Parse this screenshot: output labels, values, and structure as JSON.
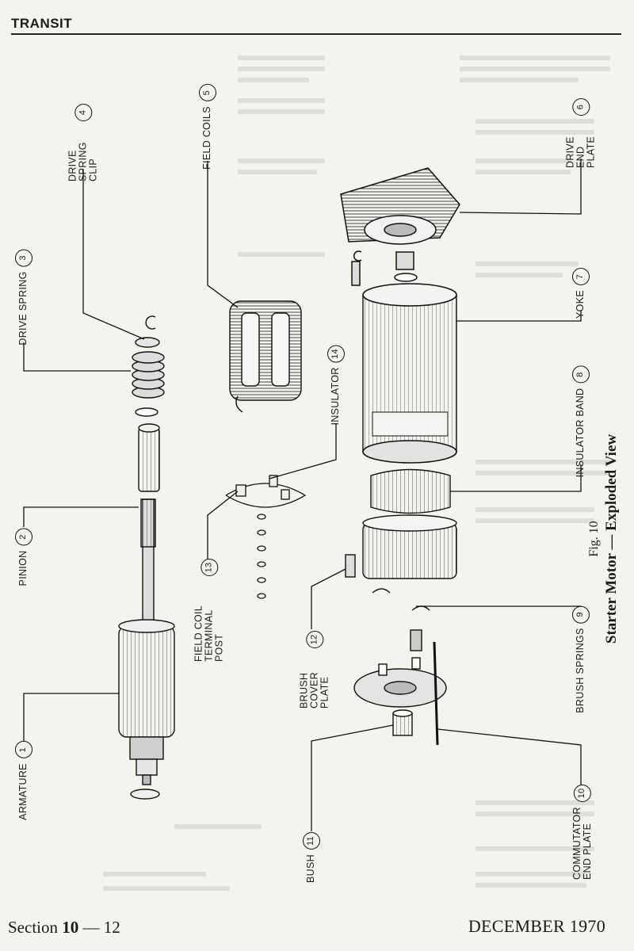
{
  "header": {
    "brand": "TRANSIT"
  },
  "figure": {
    "number": "Fig. 10",
    "title": "Starter Motor — Exploded View"
  },
  "footer": {
    "section_prefix": "Section ",
    "section_number": "10",
    "section_page": " — 12",
    "date": "DECEMBER 1970"
  },
  "callouts": [
    {
      "num": "1",
      "label": "ARMATURE"
    },
    {
      "num": "2",
      "label": "PINION"
    },
    {
      "num": "3",
      "label": "DRIVE SPRING"
    },
    {
      "num": "4",
      "label": "DRIVE SPRING CLIP"
    },
    {
      "num": "5",
      "label": "FIELD COILS"
    },
    {
      "num": "6",
      "label": "DRIVE END PLATE"
    },
    {
      "num": "7",
      "label": "YOKE"
    },
    {
      "num": "8",
      "label": "INSULATOR BAND"
    },
    {
      "num": "9",
      "label": "BRUSH SPRINGS"
    },
    {
      "num": "10",
      "label": "COMMUTATOR END PLATE"
    },
    {
      "num": "11",
      "label": "BUSH"
    },
    {
      "num": "12",
      "label": "BRUSH COVER PLATE"
    },
    {
      "num": "13",
      "label": "FIELD COIL TERMINAL POST"
    },
    {
      "num": "14",
      "label": "INSULATOR"
    }
  ]
}
